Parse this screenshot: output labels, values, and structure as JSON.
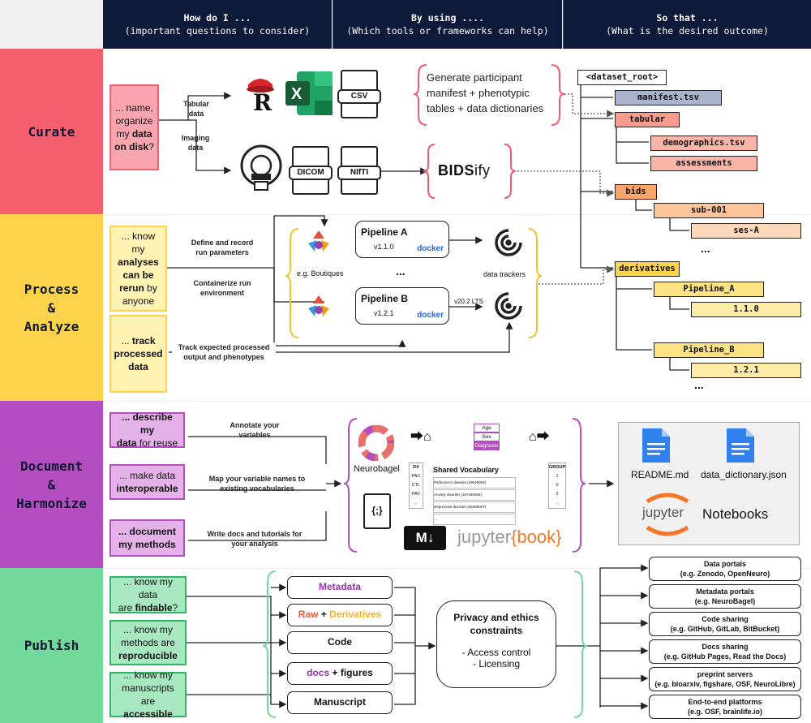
{
  "header": {
    "col1_title": "How do I ...",
    "col1_sub": "(important questions to consider)",
    "col2_title": "By using ....",
    "col2_sub": "(Which tools or frameworks can help)",
    "col3_title": "So that ...",
    "col3_sub": "(What is the desired outcome)"
  },
  "colors": {
    "header": "#0d1a3a",
    "curate": "#f56070",
    "process": "#fcd34a",
    "document": "#b44ec0",
    "publish": "#72d99b"
  },
  "curate": {
    "label": "Curate",
    "question": "... name, organize my data on disk?",
    "question_parts": [
      "... name,",
      "organize",
      "my ",
      "data",
      " on disk",
      "?"
    ],
    "tabular_label": "Tabular data",
    "imaging_label": "Imaging data",
    "r_icon": "R",
    "excel_icon": "X",
    "csv_label": "CSV",
    "dicom_label": "DICOM",
    "nifti_label": "NIfTI",
    "generate_text": "Generate participant manifest + phenotypic tables + data dictionaries",
    "bids_logo_main": "BIDS",
    "bids_logo_suffix": "ify"
  },
  "tree": {
    "root": "<dataset_root>",
    "manifest": "manifest.tsv",
    "tabular": "tabular",
    "demographics": "demographics.tsv",
    "assessments": "assessments",
    "bids": "bids",
    "sub": "sub-001",
    "ses": "ses-A",
    "ellipsis": "...",
    "derivatives": "derivatives",
    "pipeline_a": "Pipeline_A",
    "version_a": "1.1.0",
    "pipeline_b": "Pipeline_B",
    "version_b": "1.2.1"
  },
  "process": {
    "label": "Process & Analyze",
    "label_lines": [
      "Process",
      "&",
      "Analyze"
    ],
    "q1": "... know my analyses can be rerun by anyone",
    "q1_parts": [
      "... know my",
      "analyses",
      "can be",
      "rerun",
      " by",
      "anyone"
    ],
    "q2": "... track processed data",
    "q2_parts": [
      "... ",
      "track",
      "processed",
      "data"
    ],
    "define_label": "Define and record run parameters",
    "container_label": "Containerize run environment",
    "track_label": "Track expected processed output and phenotypes",
    "boutiques_label": "e.g. Boutiques",
    "pipeline_a": "Pipeline A",
    "pipeline_a_version": "v1.1.0",
    "pipeline_b": "Pipeline B",
    "pipeline_b_version": "v1.2.1",
    "docker_label": "docker",
    "ellipsis": "...",
    "data_trackers": "data trackers",
    "lts_label": "v20.2 LTS"
  },
  "document": {
    "label": "Document & Harmonize",
    "label_lines": [
      "Document",
      "&",
      "Harmonize"
    ],
    "q1_parts": [
      "... describe my",
      "data",
      " for reuse"
    ],
    "q2_parts": [
      "... make data",
      "interoperable"
    ],
    "q3_parts": [
      "... document",
      "my methods"
    ],
    "annotate_label": "Annotate your variables",
    "map_label": "Map your variable names to existing vocabularies",
    "write_label": "Write docs and tutorials for your analysis",
    "neurobagel": "Neurobagel",
    "shared_vocab": "Shared Vocabulary",
    "vocab_tags": [
      "Age",
      "Sex",
      "Diagnosis"
    ],
    "dx_header": "DX",
    "dx_codes": [
      "PAC",
      "CTL",
      "PAV",
      "..."
    ],
    "vocab_terms": [
      "Parkinson's disease (49049000)",
      "Anxiety disorder (197480006)",
      "Depressive disorder (35489007)",
      "..."
    ],
    "group_header": "GROUP",
    "group_codes": [
      "1",
      "0",
      "2",
      "..."
    ],
    "json_icon": "{;}",
    "markdown_icon": "M↓",
    "jupyter_book_main": "jupyter",
    "jupyter_book_suffix": "{book}",
    "readme": "README.md",
    "data_dictionary": "data_dictionary.json",
    "jupyter": "jupyter",
    "notebooks": "Notebooks"
  },
  "publish": {
    "label": "Publish",
    "q1_parts": [
      "... know my data",
      "are ",
      "findable",
      "?"
    ],
    "q2_parts": [
      "... know my",
      "methods are",
      "reproducible"
    ],
    "q3_parts": [
      "... know my",
      "manuscripts are",
      "accessible"
    ],
    "metadata": "Metadata",
    "raw": "Raw",
    "plus": " + ",
    "derivatives": "Derivatives",
    "code": "Code",
    "docs": "docs",
    "figures": "figures",
    "manuscript": "Manuscript",
    "privacy_title": "Privacy and ethics constraints",
    "access_control": "- Access control",
    "licensing": "- Licensing",
    "outputs": [
      {
        "title": "Data portals",
        "sub": "(e.g. Zenodo, OpenNeuro)"
      },
      {
        "title": "Metadata portals",
        "sub": "(e.g. NeuroBagel)"
      },
      {
        "title": "Code sharing",
        "sub": "(e.g. GitHub, GitLab, BitBucket)"
      },
      {
        "title": "Docs sharing",
        "sub": "(e.g. GitHub Pages, Read the Docs)"
      },
      {
        "title": "preprint servers",
        "sub": "(e.g. bioarxiv, figshare, OSF, NeuroLibre)"
      },
      {
        "title": "End-to-end platforms",
        "sub": "(e.g. OSF, brainlife.io)"
      }
    ]
  }
}
